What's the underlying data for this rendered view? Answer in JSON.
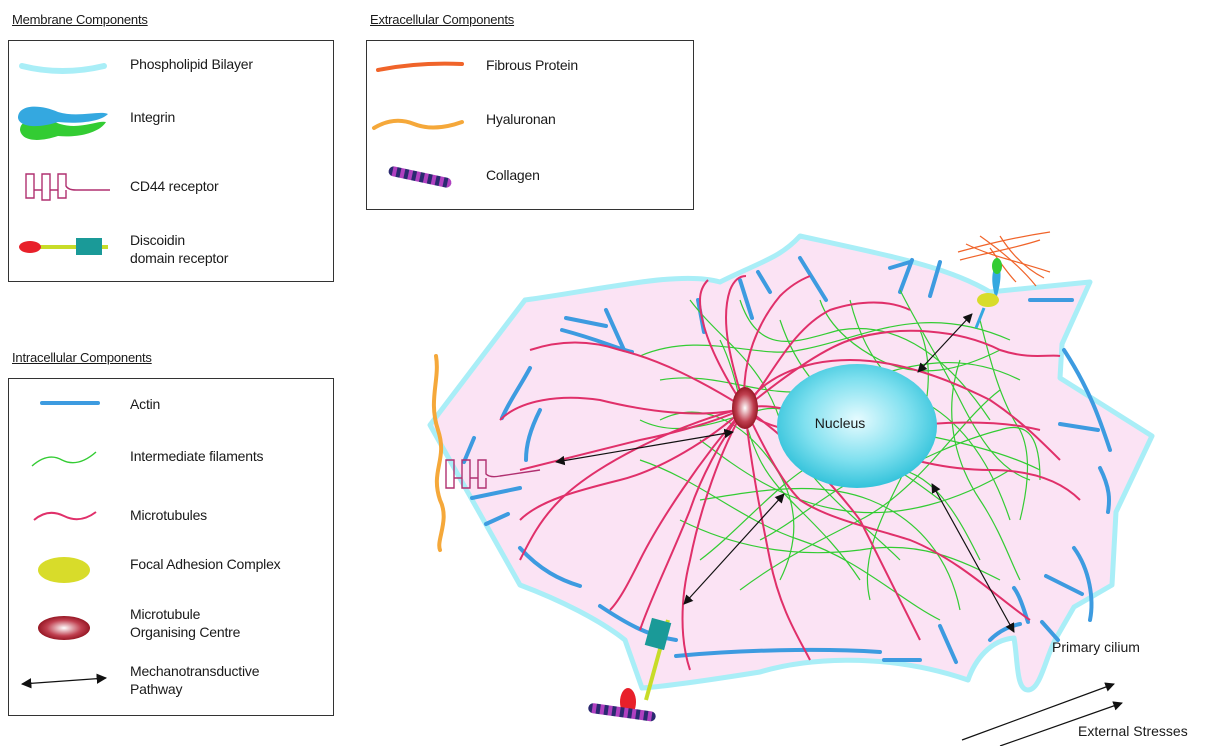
{
  "membrane": {
    "heading": "Membrane Components",
    "items": [
      {
        "label": "Phospholipid Bilayer"
      },
      {
        "label": "Integrin"
      },
      {
        "label": "CD44 receptor"
      },
      {
        "label": "Discoidin\ndomain receptor"
      }
    ]
  },
  "extracellular": {
    "heading": "Extracellular Components",
    "items": [
      {
        "label": "Fibrous Protein"
      },
      {
        "label": "Hyaluronan"
      },
      {
        "label": "Collagen"
      }
    ]
  },
  "intracellular": {
    "heading": "Intracellular Components",
    "items": [
      {
        "label": "Actin"
      },
      {
        "label": "Intermediate filaments"
      },
      {
        "label": "Microtubules"
      },
      {
        "label": "Focal Adhesion Complex"
      },
      {
        "label": "Microtubule\nOrganising Centre"
      },
      {
        "label": "Mechanotransductive\nPathway"
      }
    ]
  },
  "diagram": {
    "nucleus_label": "Nucleus",
    "cilium_label": "Primary cilium",
    "stress_label": "External Stresses"
  },
  "colors": {
    "membrane": "#a9eef7",
    "cytoplasm": "#fbe3f4",
    "actin": "#3d9be0",
    "intermediate": "#33cc33",
    "microtubule": "#e0306a",
    "nucleus": "#3cc9e0",
    "focal_adhesion": "#d8dc2a",
    "mtoc": "#a01020",
    "fibrous": "#f0642a",
    "hyaluronan": "#f5a83a",
    "cd44": "#b03070",
    "ddr_red": "#e8202a",
    "ddr_stem": "#c8dc28",
    "ddr_block": "#1a9a98",
    "collagen_purple": "#b040c0",
    "collagen_navy": "#2a2a70",
    "integrin_blue": "#34a8e0",
    "integrin_green": "#33cc33"
  }
}
